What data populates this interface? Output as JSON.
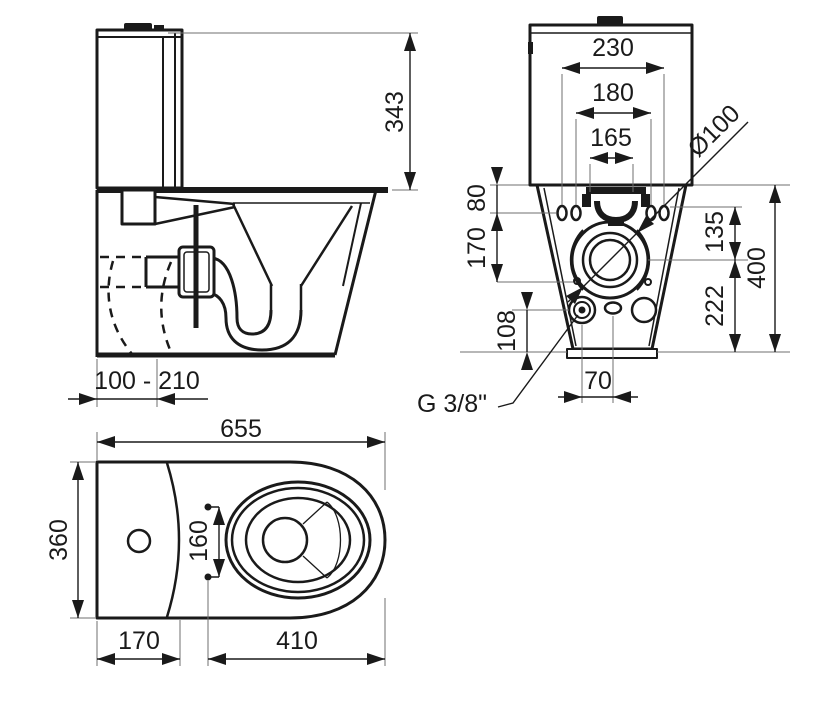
{
  "drawing_type": "toilet-technical-drawing",
  "colors": {
    "line": "#1a1a1a",
    "thin_line": "#6f6f6f",
    "background": "#ffffff"
  },
  "dims": {
    "side_tank_height": "343",
    "side_outlet_range": "100 - 210",
    "back_slots_outer": "230",
    "back_slots_inner": "180",
    "back_valve_width": "165",
    "back_outlet_diameter": "Ø100",
    "back_rim_to_slots": "80",
    "back_slots_to_holes": "170",
    "back_slots_to_center": "135",
    "back_total_height": "400",
    "back_center_to_floor": "222",
    "back_inlet_height": "108",
    "back_inlet_offset": "70",
    "inlet_thread": "G 3/8\"",
    "top_total_length": "655",
    "top_width": "360",
    "top_seat_holes": "160",
    "top_tank_depth": "170",
    "top_bowl_length": "410"
  }
}
